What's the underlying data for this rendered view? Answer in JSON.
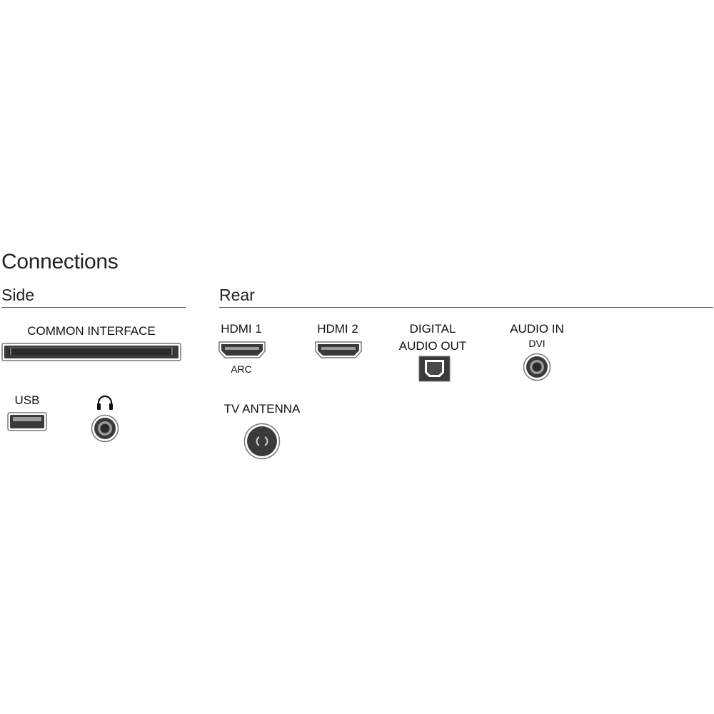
{
  "title": "Connections",
  "side": {
    "heading": "Side",
    "common_interface": "COMMON INTERFACE",
    "usb": "USB",
    "headphone_icon": "headphones-icon"
  },
  "rear": {
    "heading": "Rear",
    "hdmi1": "HDMI 1",
    "hdmi1_sub": "ARC",
    "hdmi2": "HDMI 2",
    "digital_audio_out_line1": "DIGITAL",
    "digital_audio_out_line2": "AUDIO OUT",
    "audio_in": "AUDIO IN",
    "audio_in_sub": "DVI",
    "tv_antenna": "TV ANTENNA"
  },
  "colors": {
    "port_dark": "#3a3a3a",
    "port_mid": "#8a8a8a",
    "rule": "#555555"
  }
}
